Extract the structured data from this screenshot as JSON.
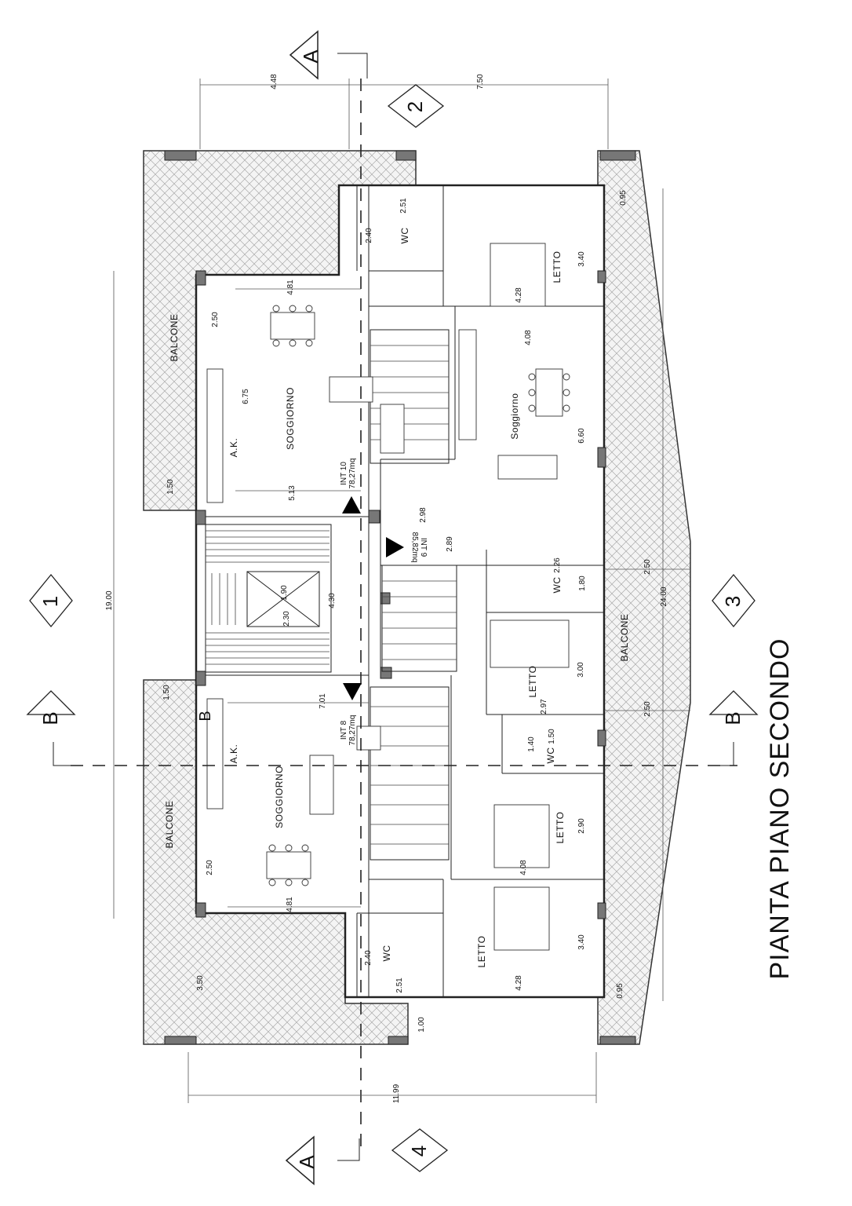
{
  "title": "PIANTA PIANO SECONDO",
  "section_marks": {
    "a_top": "A",
    "a_bottom": "A",
    "b_left": "B",
    "b_right": "B",
    "b_inner": "B"
  },
  "axis_marks": {
    "axis_1": "1",
    "axis_2": "2",
    "axis_3": "3",
    "axis_4": "4"
  },
  "rooms": {
    "balcone_top": "BALCONE",
    "balcone_bottom": "BALCONE",
    "balcone_right": "BALCONE",
    "soggiorno_1": "SOGGIORNO",
    "soggiorno_2": "SOGGIORNO",
    "soggiorno_3": "Soggiorno",
    "ak_1": "A.K.",
    "ak_2": "A.K.",
    "wc_1": "WC",
    "wc_2": "WC",
    "wc_3": "WC",
    "wc_4": "WC",
    "letto_1": "LETTO",
    "letto_2": "LETTO",
    "letto_3": "LETTO",
    "letto_4": "LETTO"
  },
  "units": {
    "int10_name": "INT 10",
    "int10_area": "78,27mq",
    "int9_name": "INT 9",
    "int9_area": "85,82mq",
    "int8_name": "INT 8",
    "int8_area": "78,27mq"
  },
  "dimensions": {
    "d_4_48": "4.48",
    "d_7_50": "7.50",
    "d_0_95_top": "0.95",
    "d_2_51_top": "2.51",
    "d_2_40_top": "2.40",
    "d_3_40_top": "3.40",
    "d_4_28_top": "4.28",
    "d_4_81_top": "4.81",
    "d_2_50_top": "2.50",
    "d_4_08_top": "4.08",
    "d_6_75": "6.75",
    "d_6_60": "6.60",
    "d_1_50_top": "1.50",
    "d_5_13": "5.13",
    "d_2_98": "2.98",
    "d_2_89": "2.89",
    "d_19_00": "19.00",
    "d_1_90": "1.90",
    "d_2_30": "2.30",
    "d_4_30": "4.30",
    "d_2_26": "2.26",
    "d_1_80": "1.80",
    "d_2_50_r1": "2.50",
    "d_24_00": "24.00",
    "d_3_00": "3.00",
    "d_2_50_r2": "2.50",
    "d_1_50_b": "1.50",
    "d_7_01": "7.01",
    "d_2_97": "2.97",
    "d_1_40": "1.40",
    "d_1_50_wc": "1.50",
    "d_2_90": "2.90",
    "d_4_08_b": "4.08",
    "d_2_50_b": "2.50",
    "d_4_81_b": "4.81",
    "d_3_40_b": "3.40",
    "d_2_40_b": "2.40",
    "d_2_51_b": "2.51",
    "d_4_28_b": "4.28",
    "d_0_95_b": "0.95",
    "d_3_50": "3.50",
    "d_1_00": "1.00",
    "d_11_99": "11.99"
  }
}
